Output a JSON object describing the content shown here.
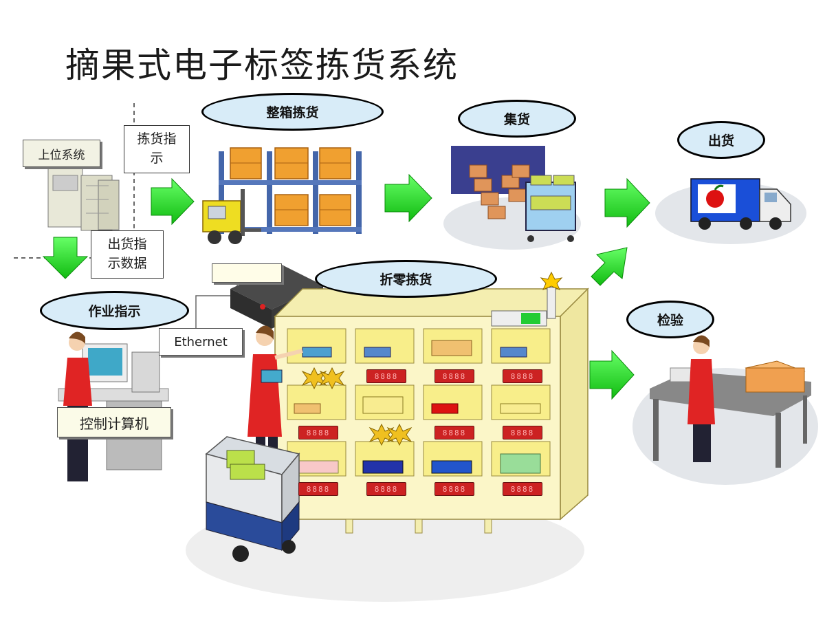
{
  "title": "摘果式电子标签拣货系统",
  "process_bubbles": {
    "whole_case": "整箱拣货",
    "consolidate": "集货",
    "shipping": "出货",
    "work_instruction": "作业指示",
    "piece_picking": "折零拣货",
    "inspection": "检验"
  },
  "labels": {
    "host_system": "上位系统",
    "picking_instruction": "拣货指\n示",
    "shipping_data": "出货指\n示数据",
    "ethernet": "Ethernet",
    "control_computer": "控制计算机",
    "controller_tag": ""
  },
  "digit_display": "8888",
  "colors": {
    "arrow_green": "#22dd22",
    "bubble_fill": "#d8ecf8",
    "shelf_cream": "#fbf6c8",
    "display_red": "#cc2222",
    "pallet_orange": "#f0a030"
  }
}
